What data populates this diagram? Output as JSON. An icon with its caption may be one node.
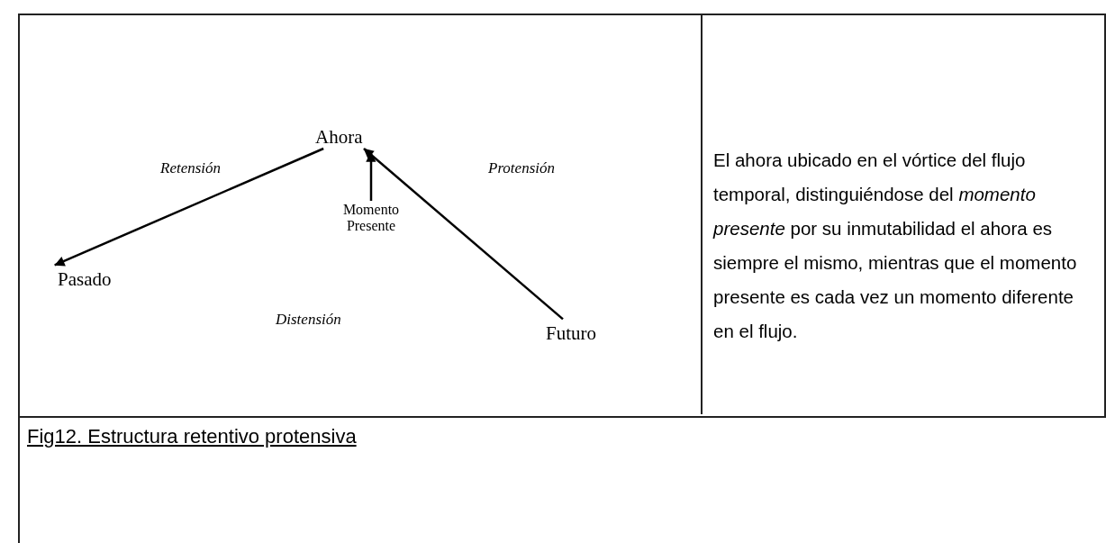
{
  "diagram": {
    "caption": "Fig12. Estructura retentivo protensiva",
    "nodes": [
      {
        "text": [
          "Ahora"
        ]
      },
      {
        "text": [
          "Pasado"
        ]
      },
      {
        "text": [
          "Momento Presente"
        ]
      },
      {
        "text": [
          "Futuro"
        ]
      }
    ],
    "edges": [
      {
        "from": 0,
        "to": 1,
        "arrow": "to",
        "label": "Retensión"
      },
      {
        "from": 2,
        "to": 0,
        "arrow": "to"
      },
      {
        "from": 3,
        "to": 0,
        "arrow": "to",
        "label": "Protensión"
      }
    ],
    "labels": [
      "Distensión",
      "El ahora ubicado en el vórtice del flujo temporal, distinguiéndose del *momento presente* por su inmutabilidad el ahora es siempre el mismo, mientras que el momento presente es cada vez un momento diferente en el flujo."
    ]
  }
}
